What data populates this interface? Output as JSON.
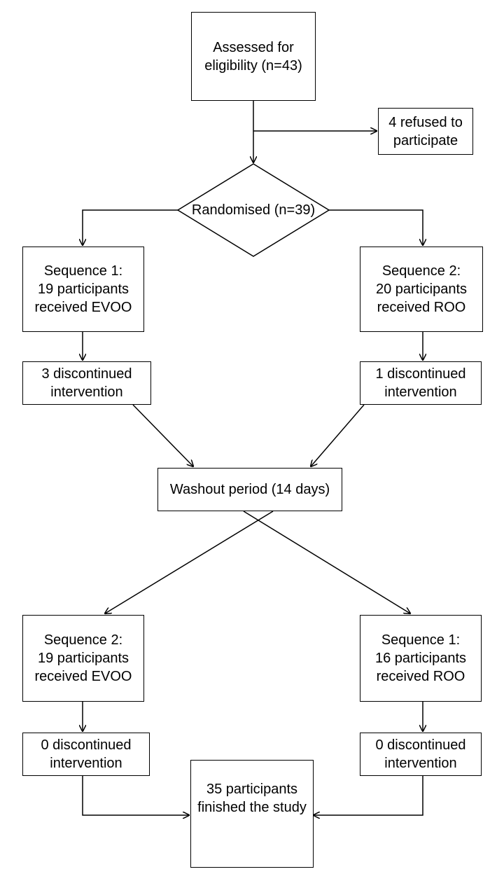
{
  "flowchart": {
    "assessed": "Assessed for\neligibility (n=43)",
    "refused": "4 refused to\nparticipate",
    "randomised": "Randomised (n=39)",
    "seq1_first": "Sequence 1:\n19 participants\nreceived EVOO",
    "seq2_first": "Sequence 2:\n20 participants\nreceived ROO",
    "disc_left_first": "3 discontinued\nintervention",
    "disc_right_first": "1 discontinued\nintervention",
    "washout": "Washout period (14 days)",
    "seq2_second": "Sequence 2:\n19 participants\nreceived EVOO",
    "seq1_second": "Sequence 1:\n16 participants\nreceived ROO",
    "disc_left_second": "0 discontinued\nintervention",
    "disc_right_second": "0 discontinued\nintervention",
    "finished": "35 participants\nfinished the study"
  }
}
